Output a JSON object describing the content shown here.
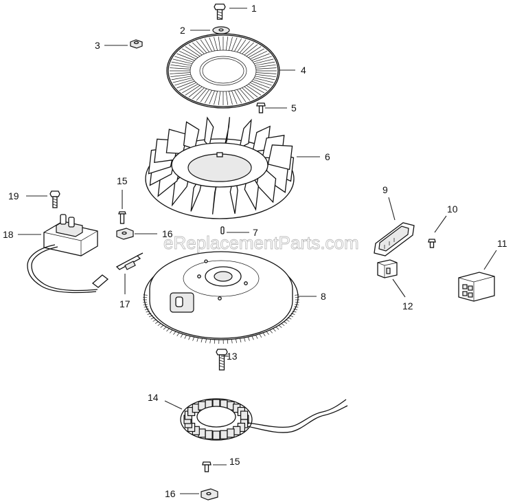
{
  "watermark": "eReplacementParts.com",
  "callouts": {
    "c1": "1",
    "c2": "2",
    "c3": "3",
    "c4": "4",
    "c5": "5",
    "c6": "6",
    "c7": "7",
    "c8": "8",
    "c9": "9",
    "c10": "10",
    "c11": "11",
    "c12": "12",
    "c13": "13",
    "c14": "14",
    "c15a": "15",
    "c15b": "15",
    "c16a": "16",
    "c16b": "16",
    "c17": "17",
    "c18": "18",
    "c19": "19"
  }
}
